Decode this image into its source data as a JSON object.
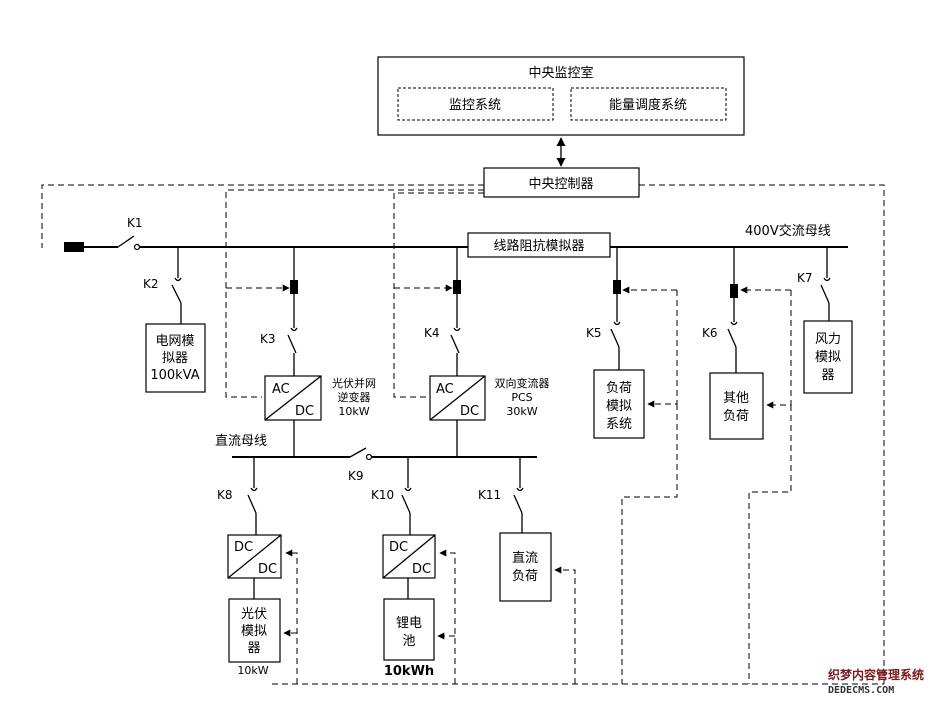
{
  "central_room": {
    "title": "中央监控室",
    "monitor": "监控系统",
    "energy": "能量调度系统"
  },
  "controller": "中央控制器",
  "line_impedance": "线路阻抗模拟器",
  "ac_bus_label": "400V交流母线",
  "dc_bus_label": "直流母线",
  "switches": [
    "K1",
    "K2",
    "K3",
    "K4",
    "K5",
    "K6",
    "K7",
    "K8",
    "K9",
    "K10",
    "K11"
  ],
  "grid_sim": {
    "l1": "电网模",
    "l2": "拟器",
    "l3": "100kVA"
  },
  "pv_inverter": {
    "ac": "AC",
    "dc": "DC",
    "l1": "光伏并网",
    "l2": "逆变器",
    "l3": "10kW"
  },
  "pcs": {
    "ac": "AC",
    "dc": "DC",
    "l1": "双向变流器",
    "l2": "PCS",
    "l3": "30kW"
  },
  "load_sim": {
    "l1": "负荷",
    "l2": "模拟",
    "l3": "系统"
  },
  "other_load": {
    "l1": "其他",
    "l2": "负荷"
  },
  "wind_sim": {
    "l1": "风力",
    "l2": "模拟",
    "l3": "器"
  },
  "dcdc_pv": {
    "top": "DC",
    "bottom": "DC"
  },
  "dcdc_bat": {
    "top": "DC",
    "bottom": "DC"
  },
  "pv_sim": {
    "l1": "光伏",
    "l2": "模拟",
    "l3": "器",
    "rating": "10kW"
  },
  "battery": {
    "l1": "锂电",
    "l2": "池",
    "rating": "10kWh"
  },
  "dc_load": {
    "l1": "直流",
    "l2": "负荷"
  },
  "watermark": {
    "l1": "织梦内容管理系统",
    "l2": "DEDECMS.COM"
  }
}
